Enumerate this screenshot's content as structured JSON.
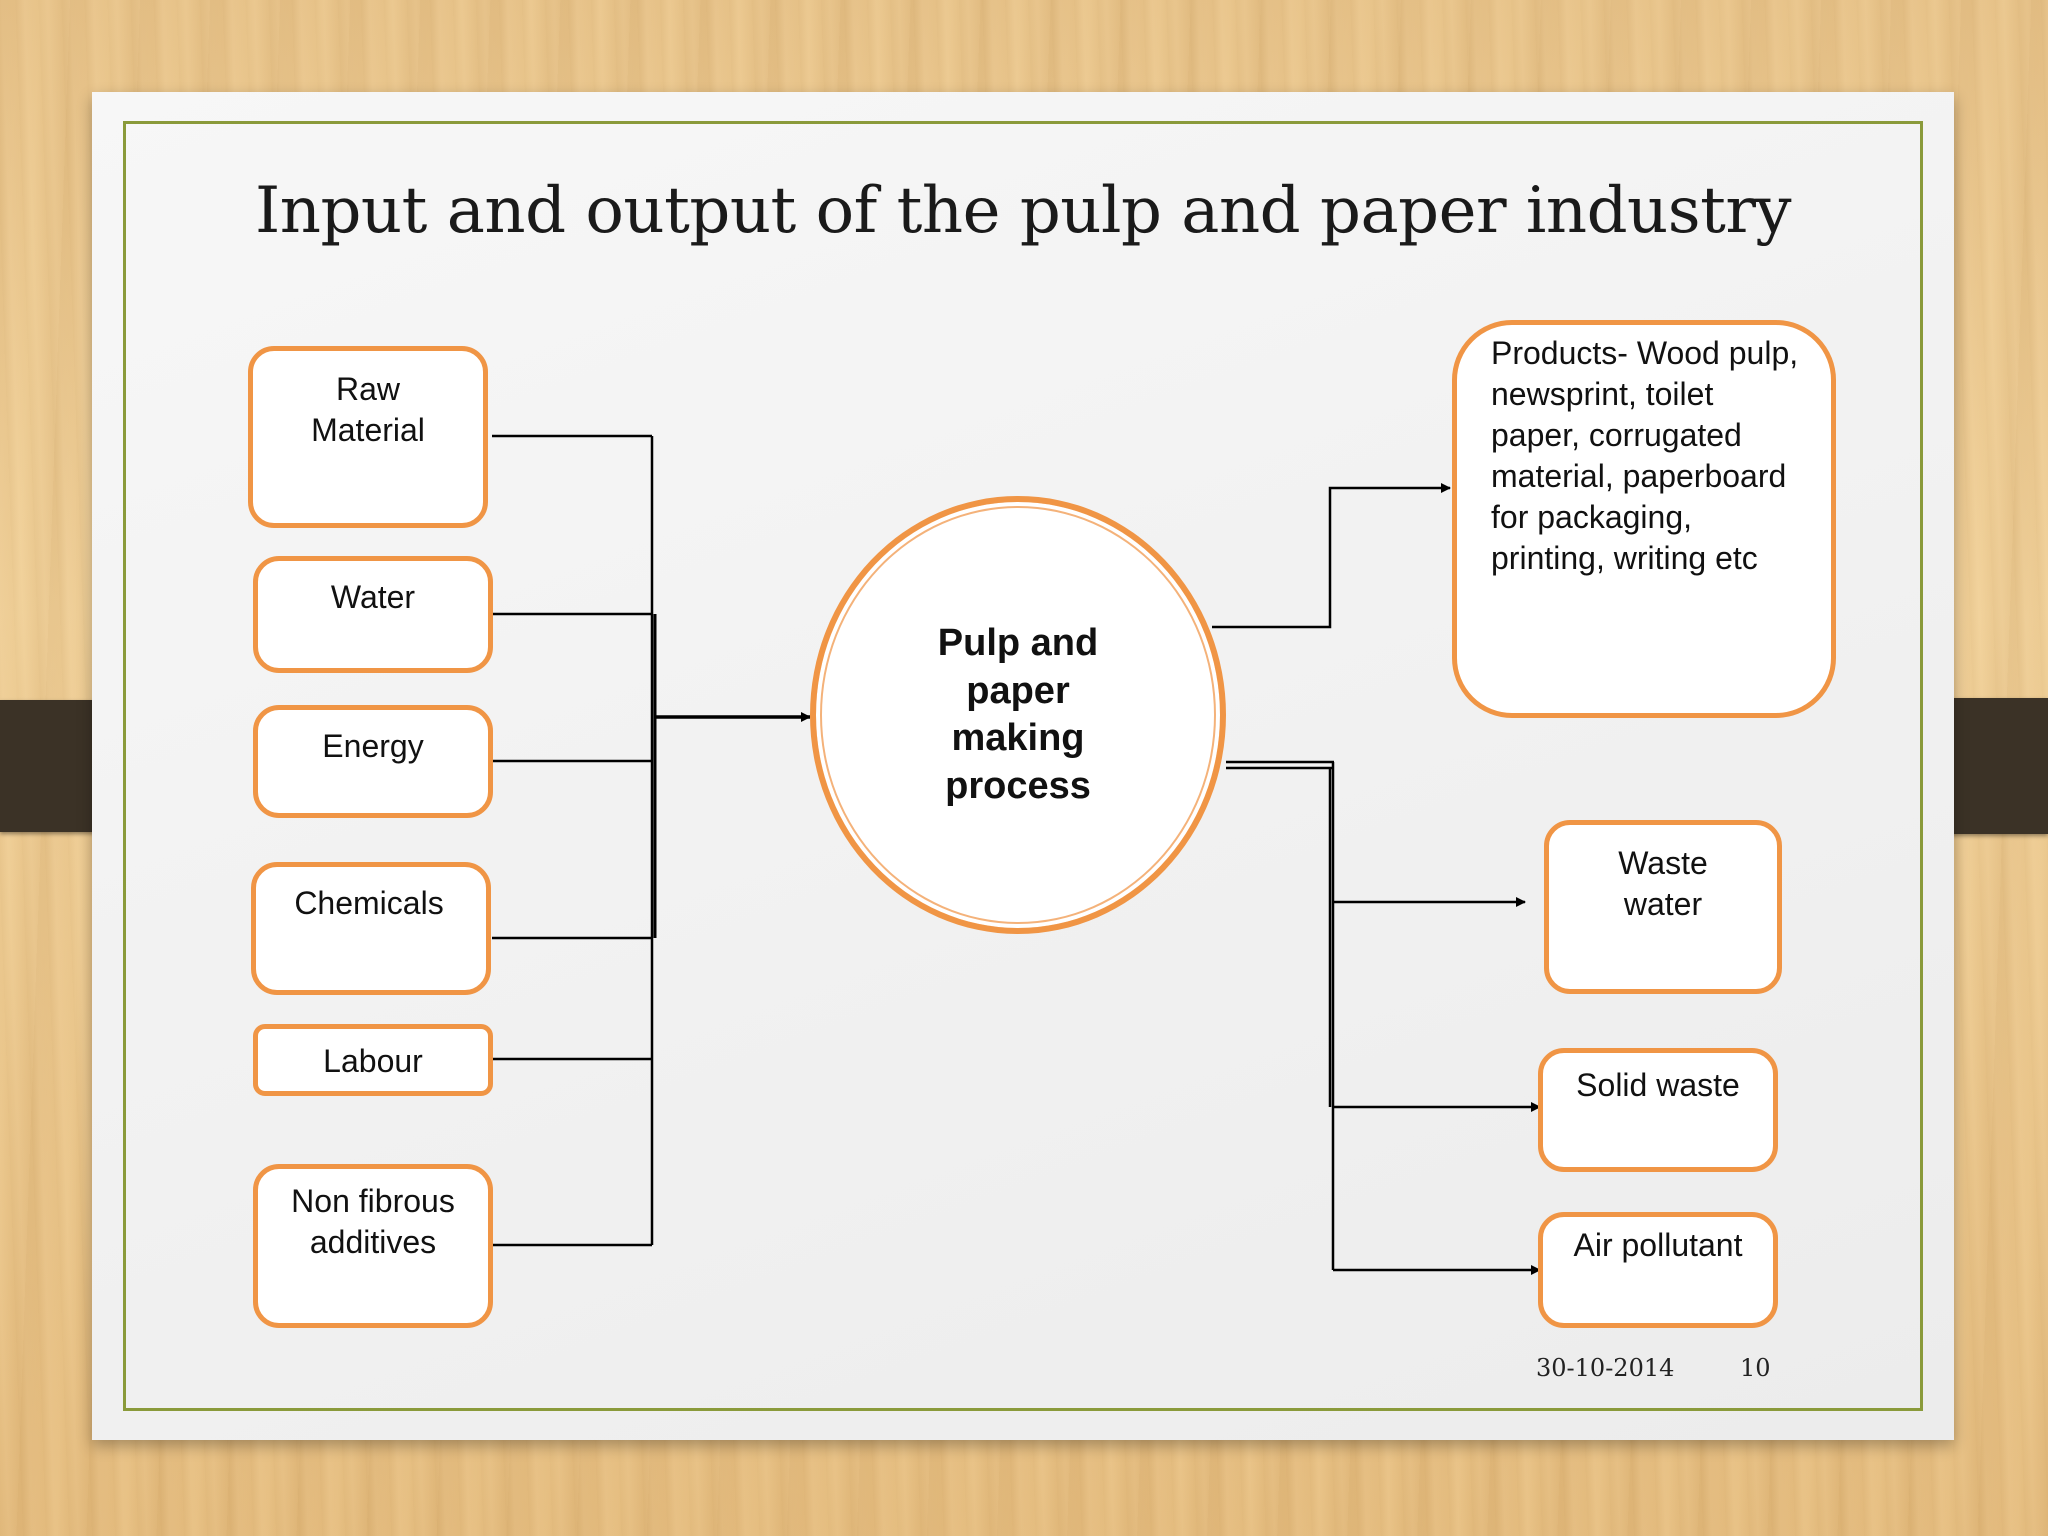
{
  "slide": {
    "title": "Input and output of  the pulp and paper industry",
    "date": "30-10-2014",
    "page_number": "10"
  },
  "process": {
    "label": "Pulp and paper making process"
  },
  "inputs": [
    {
      "label": "Raw Material"
    },
    {
      "label": "Water"
    },
    {
      "label": "Energy"
    },
    {
      "label": "Chemicals"
    },
    {
      "label": "Labour"
    },
    {
      "label": "Non fibrous additives"
    }
  ],
  "outputs": [
    {
      "label": "Products- Wood pulp, newsprint, toilet paper, corrugated material, paperboard for packaging, printing, writing etc"
    },
    {
      "label": "Waste water"
    },
    {
      "label": "Solid waste"
    },
    {
      "label": "Air pollutant"
    }
  ],
  "colors": {
    "box_border": "#f09545",
    "slide_border": "#8a9a3a",
    "connector": "#000000"
  }
}
